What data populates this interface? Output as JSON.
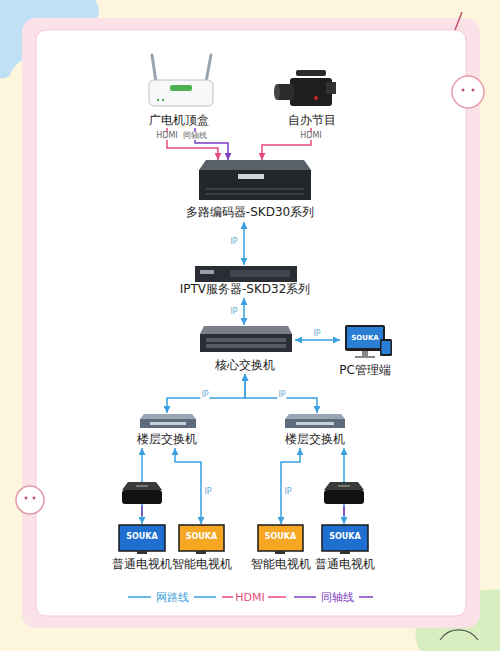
{
  "diagram": {
    "nodes": [
      {
        "text": [
          "广电机顶盒"
        ]
      },
      {
        "text": [
          "自办节目"
        ]
      },
      {
        "text": [
          "多路编码器-SKD30系列"
        ]
      },
      {
        "text": [
          "IPTV服务器-SKD32系列"
        ]
      },
      {
        "text": [
          "核心交换机"
        ]
      },
      {
        "text": [
          "SOUKA",
          "PC管理端"
        ]
      },
      {
        "text": [
          "楼层交换机"
        ]
      },
      {
        "text": [
          "楼层交换机"
        ]
      },
      {
        "text": [
          "SOUKA",
          "普通电视机"
        ]
      },
      {
        "text": [
          "SOUKA",
          "智能电视机"
        ]
      },
      {
        "text": [
          "SOUKA",
          "智能电视机"
        ]
      },
      {
        "text": [
          "SOUKA",
          "普通电视机"
        ]
      }
    ],
    "edges": [
      {
        "from": 0,
        "to": 2,
        "label": "HDMI",
        "arrow": "to"
      },
      {
        "from": 0,
        "to": 2,
        "label": "同轴线",
        "arrow": "to"
      },
      {
        "from": 1,
        "to": 2,
        "label": "HDMI",
        "arrow": "to"
      },
      {
        "from": 2,
        "to": 3,
        "label": "IP",
        "arrow": "both"
      },
      {
        "from": 3,
        "to": 4,
        "label": "IP",
        "arrow": "both"
      },
      {
        "from": 4,
        "to": 5,
        "label": "IP",
        "arrow": "both"
      },
      {
        "from": 4,
        "to": 6,
        "label": "IP",
        "arrow": "both"
      },
      {
        "from": 4,
        "to": 7,
        "label": "IP",
        "arrow": "both"
      },
      {
        "from": 6,
        "to": 8,
        "arrow": "both"
      },
      {
        "from": 6,
        "to": 9,
        "label": "IP",
        "arrow": "both"
      },
      {
        "from": 7,
        "to": 10,
        "label": "IP",
        "arrow": "both"
      },
      {
        "from": 7,
        "to": 11,
        "arrow": "both"
      }
    ],
    "legend": [
      {
        "text": "网路线"
      },
      {
        "text": "HDMI"
      },
      {
        "text": "同轴线"
      }
    ]
  }
}
